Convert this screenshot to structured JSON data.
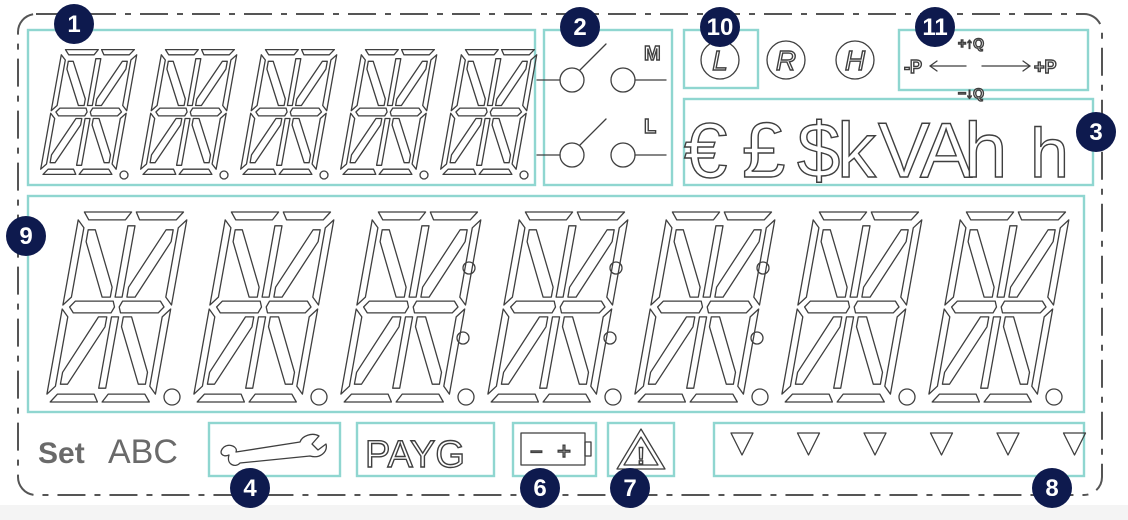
{
  "colors": {
    "highlight": "#8fd6d0",
    "badge": "#0e1a4e",
    "segment": "#3f3f3f",
    "label_grey": "#6a6a6a"
  },
  "badges": [
    "1",
    "2",
    "3",
    "4",
    "6",
    "7",
    "8",
    "9",
    "10",
    "11"
  ],
  "display": {
    "top_row_digits": 5,
    "bottom_row_digits": 7
  },
  "relay": {
    "top_label": "M",
    "bottom_label": "L"
  },
  "rate_indicators": [
    "L",
    "R",
    "H"
  ],
  "energy_direction": {
    "plus_q": "+↑Q",
    "minus_p": "-P",
    "plus_p": "+P",
    "minus_q": "−↓Q"
  },
  "units": [
    "€",
    "£",
    "$",
    "k",
    "V",
    "A",
    "h",
    "h"
  ],
  "bottom_labels": {
    "set": "Set",
    "abc": "ABC",
    "payg": "PAYG"
  },
  "icons": [
    "wrench-icon",
    "battery-icon",
    "warning-icon"
  ],
  "battery_signs": {
    "minus": "−",
    "plus": "+"
  },
  "warning_glyph": "!",
  "arrows_count": 6
}
